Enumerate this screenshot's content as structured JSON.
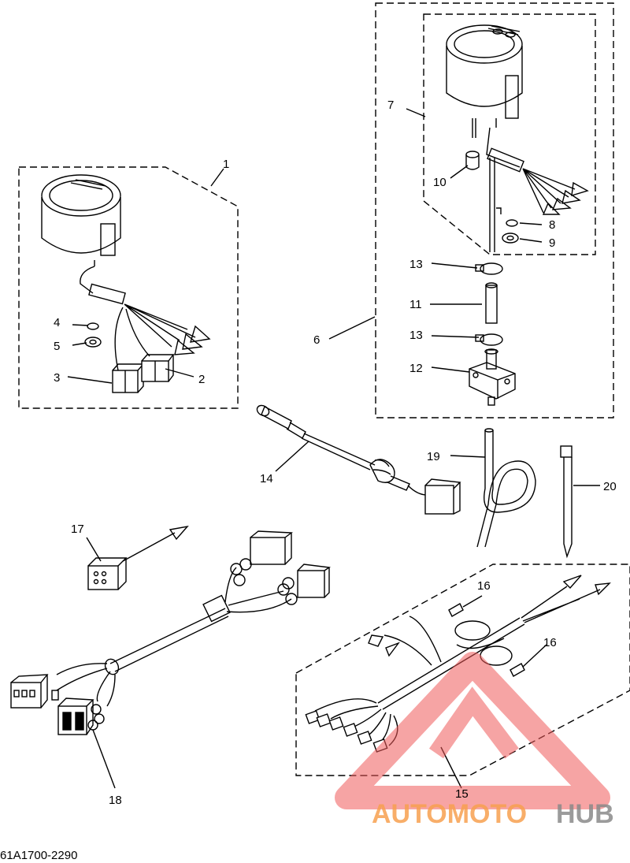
{
  "callouts": {
    "c1": "1",
    "c2": "2",
    "c3": "3",
    "c4": "4",
    "c5": "5",
    "c6": "6",
    "c7": "7",
    "c8": "8",
    "c9": "9",
    "c10": "10",
    "c11": "11",
    "c12": "12",
    "c13a": "13",
    "c13b": "13",
    "c14": "14",
    "c15": "15",
    "c16a": "16",
    "c16b": "16",
    "c17": "17",
    "c18": "18",
    "c19": "19",
    "c20": "20"
  },
  "diagram_code": "61A1700-2290",
  "watermark": {
    "part1": "AUTOMOTO",
    "part2": "HUB",
    "color1": "#f7a050",
    "color2": "#8a8a8a",
    "logo_color": "#f05a5a"
  }
}
